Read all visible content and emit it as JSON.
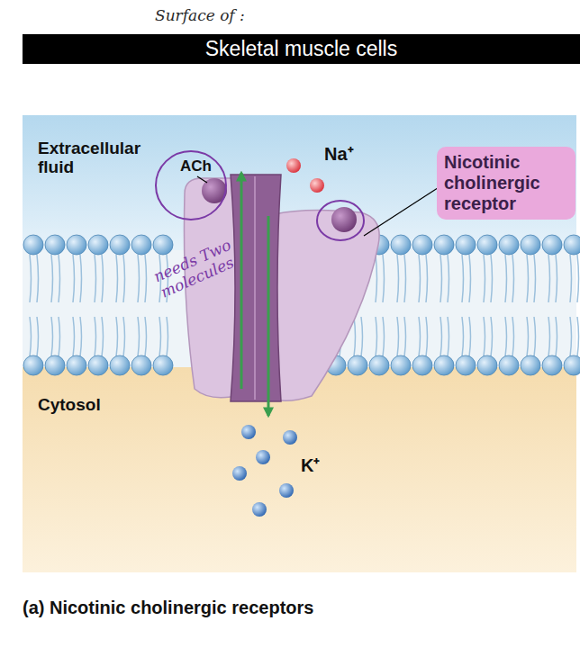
{
  "diagram": {
    "title": "Skeletal muscle cells",
    "caption": "(a) Nicotinic cholinergic receptors",
    "nodes": [
      {
        "text": [
          "Nicotinic cholinergic receptor"
        ]
      }
    ],
    "labels": [
      "Surface of :",
      "Extracellular fluid",
      "ACh",
      "Na⁺",
      "needs Two molecules",
      "Cytosol",
      "K⁺"
    ]
  }
}
